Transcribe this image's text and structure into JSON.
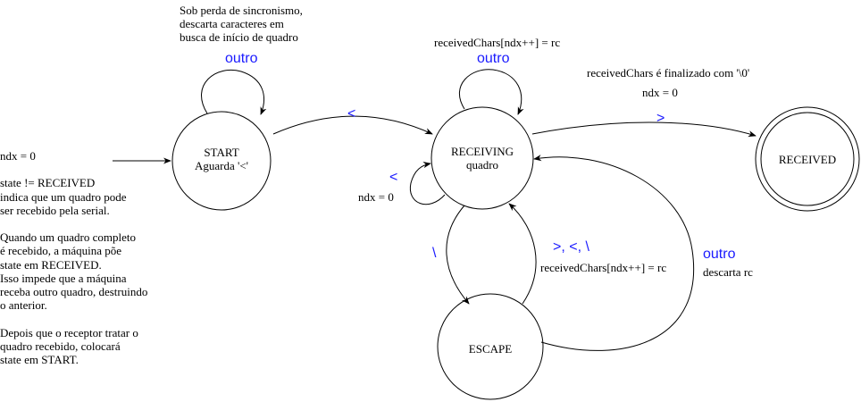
{
  "states": {
    "start": {
      "name": "START",
      "sub": "Aguarda '<'"
    },
    "receiving": {
      "name": "RECEIVING",
      "sub": "quadro"
    },
    "received": {
      "name": "RECEIVED"
    },
    "escape": {
      "name": "ESCAPE"
    }
  },
  "transitions": {
    "start_self": {
      "label": "outro"
    },
    "start_to_receiving": {
      "label": "<"
    },
    "receiving_self": {
      "label": "outro",
      "action": "receivedChars[ndx++] = rc"
    },
    "receiving_to_received": {
      "label": ">"
    },
    "receiving_lt_self": {
      "label": "<",
      "action": "ndx = 0"
    },
    "receiving_to_escape": {
      "label": "\\"
    },
    "escape_to_receiving": {
      "label": ">, <, \\",
      "action": "receivedChars[ndx++] = rc"
    },
    "escape_outro": {
      "label": "outro",
      "action": "descarta rc"
    }
  },
  "notes": {
    "sync": [
      "Sob perda de sincronismo,",
      "descarta caracteres em",
      "busca de início de quadro"
    ],
    "finalize": "receivedChars é finalizado com '\\0'",
    "finalize_ndx": "ndx = 0",
    "initial": [
      "ndx = 0",
      "",
      "state != RECEIVED",
      "indica que um quadro pode",
      "ser recebido pela serial.",
      "",
      "Quando um quadro completo",
      "é recebido, a máquina põe",
      "state em RECEIVED.",
      "Isso impede que a máquina",
      "receba outro quadro, destruindo",
      "o anterior.",
      "",
      "Depois que o receptor tratar o",
      "quadro recebido, colocará",
      "state em START."
    ]
  }
}
